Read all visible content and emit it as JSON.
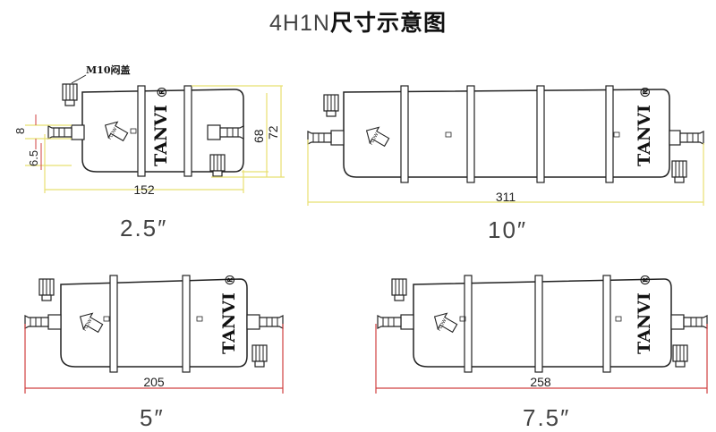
{
  "title": {
    "model": "4H1N",
    "suffix": "尺寸示意图"
  },
  "filter": {
    "brand": "TANVI",
    "registered": "®",
    "flow": "FLOW"
  },
  "callout": "M10闷盖",
  "dims": {
    "height_8": "8",
    "height_6_5": "6.5",
    "height_68": "68",
    "height_72": "72"
  },
  "units": [
    {
      "length": "152",
      "size": "2.5″"
    },
    {
      "length": "311",
      "size": "10″"
    },
    {
      "length": "205",
      "size": "5″"
    },
    {
      "length": "258",
      "size": "7.5″"
    }
  ],
  "colors": {
    "dimension": "#e8e070",
    "dimension_red": "#d04040",
    "line": "#222222"
  }
}
